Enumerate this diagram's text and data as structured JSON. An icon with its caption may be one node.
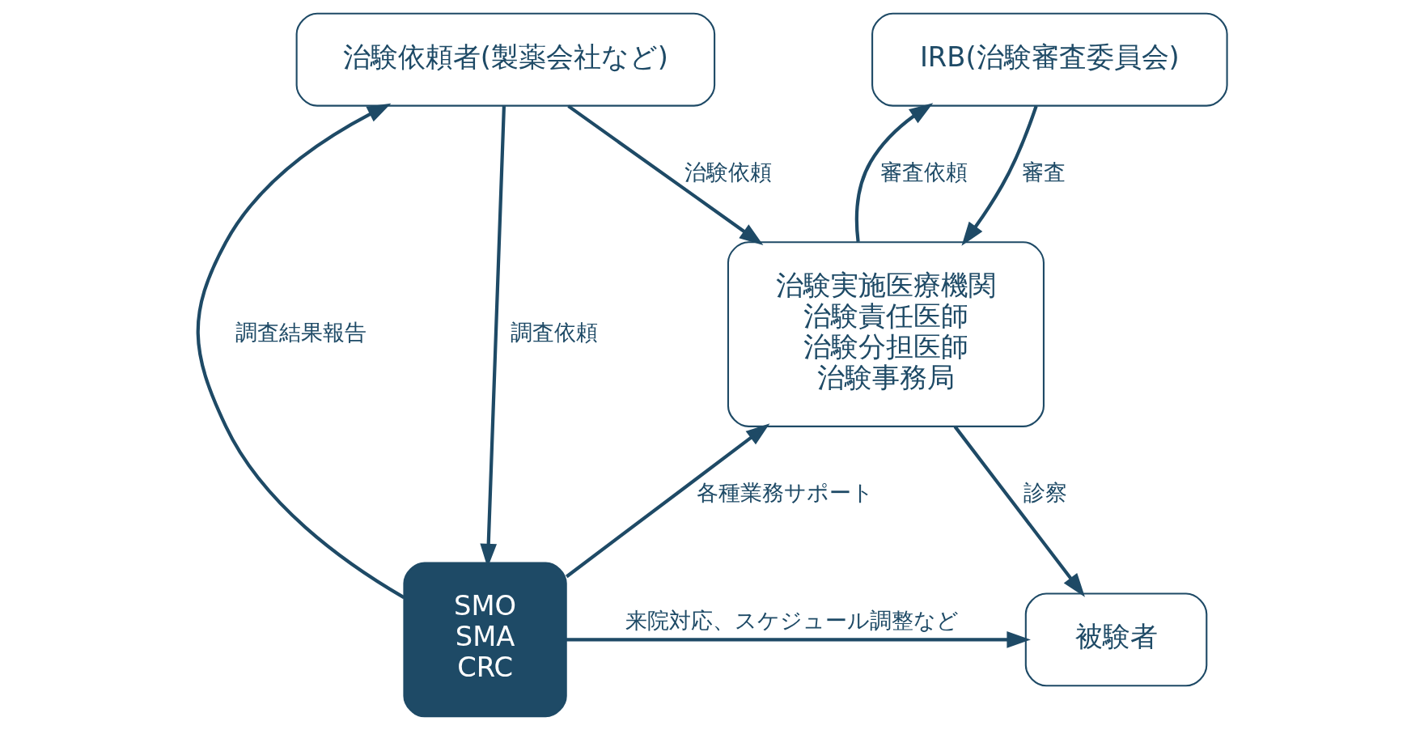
{
  "diagram": {
    "nodes": [
      {
        "text": [
          "治験依頼者(製薬会社など)"
        ]
      },
      {
        "text": [
          "IRB(治験審査委員会)"
        ]
      },
      {
        "text": [
          "治験実施医療機関",
          "治験責任医師",
          "治験分担医師",
          "治験事務局"
        ]
      },
      {
        "text": [
          "SMO",
          "SMA",
          "CRC"
        ]
      },
      {
        "text": [
          "被験者"
        ]
      }
    ],
    "edges": [
      {
        "from": 0,
        "to": 2,
        "arrow": "to",
        "label": "治験依頼"
      },
      {
        "from": 2,
        "to": 1,
        "arrow": "to",
        "label": "審査依頼"
      },
      {
        "from": 1,
        "to": 2,
        "arrow": "to",
        "label": "審査"
      },
      {
        "from": 3,
        "to": 2,
        "arrow": "to",
        "label": "各種業務サポート"
      },
      {
        "from": 3,
        "to": 0,
        "arrow": "to",
        "label": "調査結果報告"
      },
      {
        "from": 0,
        "to": 3,
        "arrow": "to",
        "label": "調査依頼"
      },
      {
        "from": 3,
        "to": 4,
        "arrow": "to",
        "label": "来院対応、スケジュール調整など"
      },
      {
        "from": 2,
        "to": 4,
        "arrow": "to",
        "label": "診察"
      }
    ]
  }
}
